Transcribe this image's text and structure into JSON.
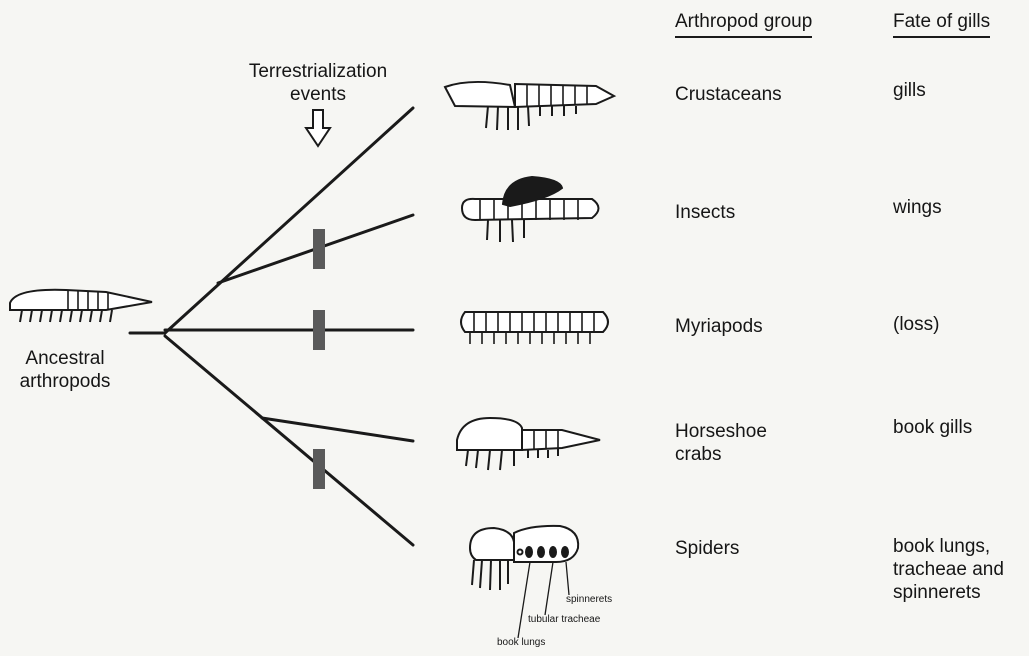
{
  "headers": {
    "group": "Arthropod group",
    "fate": "Fate of gills"
  },
  "terrestrialization_label": "Terrestrialization\nevents",
  "ancestor_label": "Ancestral\narthropods",
  "rows": [
    {
      "group": "Crustaceans",
      "fate": "gills"
    },
    {
      "group": "Insects",
      "fate": "wings"
    },
    {
      "group": "Myriapods",
      "fate": "(loss)"
    },
    {
      "group": "Horseshoe\ncrabs",
      "fate": "book gills"
    },
    {
      "group": "Spiders",
      "fate": "book lungs,\ntracheae and\nspinnerets"
    }
  ],
  "spider_parts": {
    "spinnerets": "spinnerets",
    "tracheae": "tubular tracheae",
    "book_lungs": "book lungs"
  },
  "colors": {
    "line": "#1a1a1a",
    "event_marker": "#5a5a5a",
    "wing": "#1a1a1a"
  }
}
